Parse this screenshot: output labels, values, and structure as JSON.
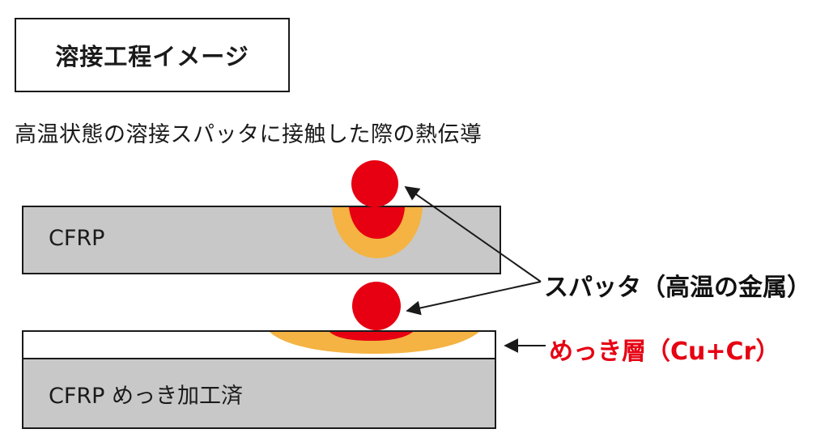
{
  "title": "溶接工程イメージ",
  "subtitle": "高温状態の溶接スパッタに接触した際の熱伝導",
  "layers": {
    "cfrp_label": "CFRP",
    "cfrp_plated_label": "CFRP めっき加工済"
  },
  "callouts": {
    "spatter_label": "スパッタ（高温の金属）",
    "plating_label": "めっき層（Cu+Cr）"
  },
  "colors": {
    "cfrp_fill": "#c8c8c8",
    "plating_fill": "#ffffff",
    "outline": "#1a1a1a",
    "spatter": "#e60012",
    "heat_zone": "#f4b342",
    "plating_label_color": "#e60012"
  }
}
